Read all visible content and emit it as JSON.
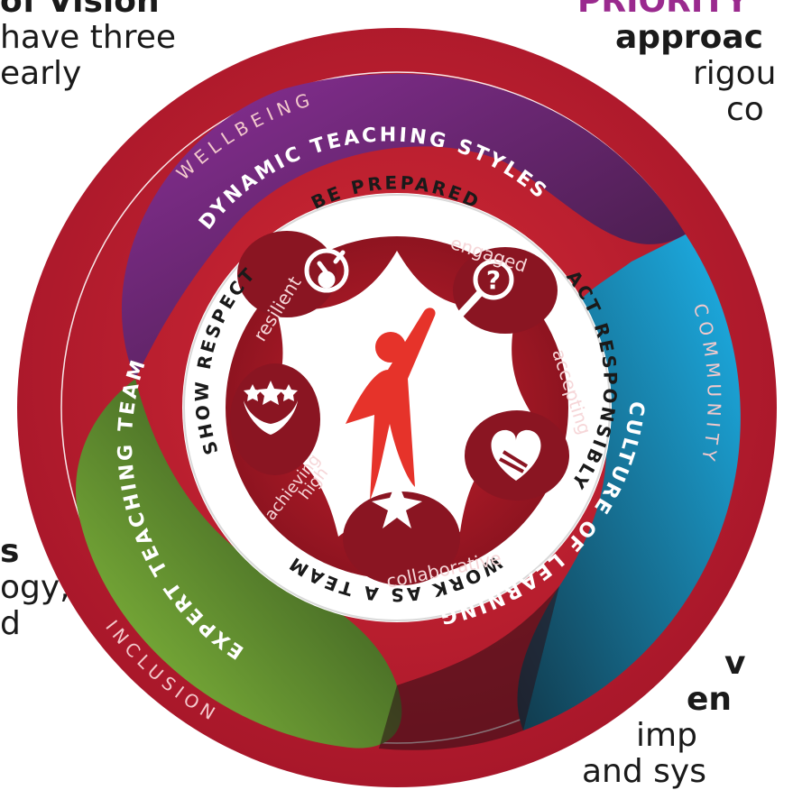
{
  "background_text": {
    "top_left": [
      "of Vision",
      "have three",
      "early"
    ],
    "top_right": [
      "PRIORITY",
      "approac",
      "rigou",
      "co"
    ],
    "bottom_left": [
      "s",
      "ogy,",
      "d"
    ],
    "bottom_right": [
      "v",
      "en",
      "imp",
      "and sys"
    ]
  },
  "outer_ring": {
    "wellbeing": "WELLBEING",
    "community": "COMMUNITY",
    "inclusion": "INCLUSION"
  },
  "bands": {
    "dynamic": "DYNAMIC TEACHING STYLES",
    "culture": "CULTURE OF LEARNING",
    "expert": "EXPERT TEACHING TEAM"
  },
  "rules": {
    "prepared": "BE PREPARED",
    "responsibly": "ACT RESPONSIBLY",
    "team": "WORK AS A TEAM",
    "respect": "SHOW RESPECT"
  },
  "values": {
    "engaged": "engaged",
    "accepting": "accepting",
    "collaborative": "collaborative",
    "high": "high",
    "achieving": "achieving",
    "resilient": "resilient"
  },
  "colors": {
    "red": "#c8202e",
    "dark_red": "#8e1420",
    "purple": "#7b2a85",
    "blue": "#1aa6dd",
    "green": "#7cbc3c"
  },
  "icons": [
    "ok-hand-icon",
    "magnifier-question-icon",
    "heart-handshake-icon",
    "hands-circle-icon",
    "hands-stars-icon",
    "person-star-logo"
  ]
}
